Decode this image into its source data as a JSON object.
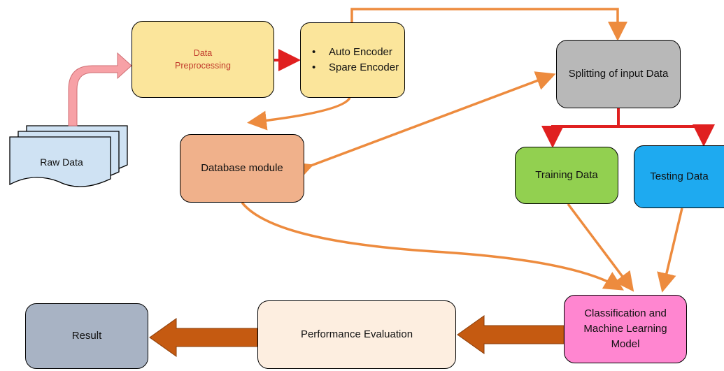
{
  "nodes": {
    "raw_data": "Raw Data",
    "data_preprocessing": "Data Preprocessing",
    "encoders": [
      "Auto Encoder",
      "Spare Encoder"
    ],
    "splitting": "Splitting of input Data",
    "database": "Database module",
    "training": "Training Data",
    "testing": "Testing Data",
    "classification": "Classification and Machine Learning Model",
    "performance": "Performance Evaluation",
    "result": "Result"
  },
  "colors": {
    "orange_arrow": "#ed8b3e",
    "red_arrow": "#e02020",
    "brown_arrow": "#c55a11",
    "pink_arrow": "#f7a1a6",
    "raw_data_fill": "#cfe2f3",
    "preprocessing_fill": "#fbe59b",
    "splitting_fill": "#b8b8b8",
    "database_fill": "#f0b18b",
    "training_fill": "#92d050",
    "testing_fill": "#1eaaf0",
    "classification_fill": "#ff86d0",
    "performance_fill": "#fdeee0",
    "result_fill": "#a8b3c4"
  }
}
